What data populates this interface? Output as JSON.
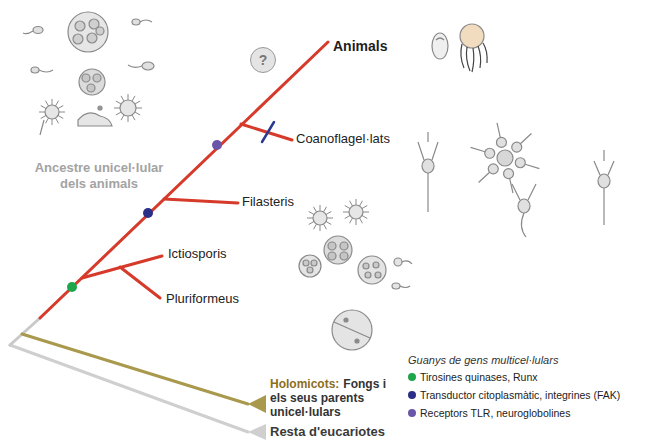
{
  "diagram": {
    "nodes": [
      {
        "text": [
          "?"
        ]
      }
    ],
    "labels": [
      "Animals",
      "Coanoflagel·lats",
      "Ancestre unicel·lular dels animals",
      "Filasteris",
      "Ictiosporis",
      "Pluriformeus",
      "Holomicots:",
      "Fongs i els seus parents unicel·lulars",
      "Resta d'eucariotes",
      "Guanys de gens multicel·lulars"
    ],
    "legend": [
      {
        "text": "Tirosines quinases, Runx",
        "color": "#1fa64a"
      },
      {
        "text": "Transductor citoplasmàtic, integrines (FAK)",
        "color": "#2b2f86"
      },
      {
        "text": "Receptors TLR, neuroglobolines",
        "color": "#6a56a8"
      }
    ]
  }
}
